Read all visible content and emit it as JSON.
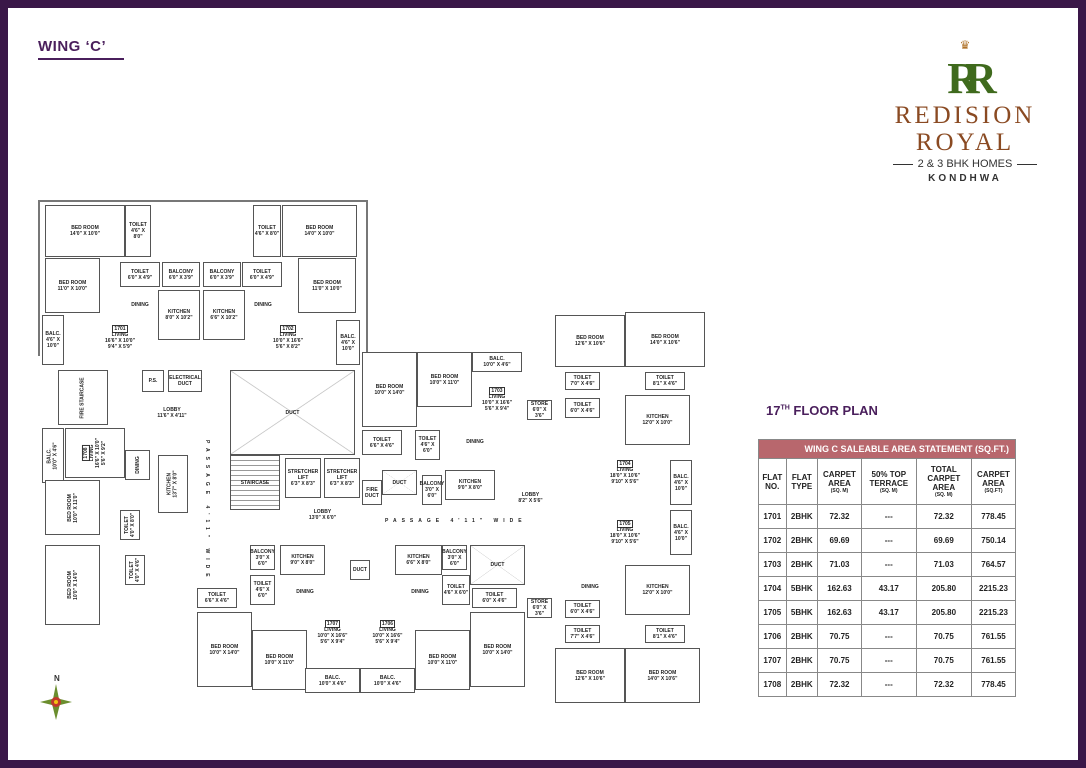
{
  "header": {
    "wing": "WING ‘C’"
  },
  "logo": {
    "monogram": "RR",
    "name_line1": "REDISION",
    "name_line2": "ROYAL",
    "tagline": "2 & 3 BHK HOMES",
    "location": "KONDHWA"
  },
  "plan": {
    "north": "N",
    "passage_vertical": "PASSAGE 4'11\" WIDE",
    "passage_horizontal": "PASSAGE 4'11\" WIDE",
    "rooms": [
      {
        "t": "BED ROOM",
        "d": [
          "14'0\" X 10'0\""
        ]
      },
      {
        "t": "TOILET",
        "d": [
          "4'6\" X 8'0\""
        ]
      },
      {
        "t": "BED ROOM",
        "d": [
          "11'0\" X 10'0\""
        ]
      },
      {
        "t": "TOILET",
        "d": [
          "6'0\" X 4'9\""
        ]
      },
      {
        "t": "BALCONY",
        "d": [
          "6'0\" X 3'9\""
        ]
      },
      {
        "t": "KITCHEN",
        "d": [
          "8'0\" X 10'2\""
        ]
      },
      {
        "t": "DINING",
        "d": []
      },
      {
        "f": "1701",
        "t": "LIVING",
        "d": [
          "16'6\" X 10'0\"",
          "9'4\" X 5'9\""
        ]
      },
      {
        "t": "BALC.",
        "d": [
          "4'6\" X 10'0\""
        ]
      },
      {
        "t": "TOILET",
        "d": [
          "4'6\" X 8'0\""
        ]
      },
      {
        "t": "BED ROOM",
        "d": [
          "14'0\" X 10'0\""
        ]
      },
      {
        "t": "TOILET",
        "d": [
          "6'0\" X 4'9\""
        ]
      },
      {
        "t": "BALCONY",
        "d": [
          "6'0\" X 3'9\""
        ]
      },
      {
        "t": "KITCHEN",
        "d": [
          "6'6\" X 10'2\""
        ]
      },
      {
        "t": "DINING",
        "d": []
      },
      {
        "t": "BED ROOM",
        "d": [
          "11'0\" X 10'0\""
        ]
      },
      {
        "f": "1702",
        "t": "LIVING",
        "d": [
          "10'0\" X 16'6\"",
          "5'6\" X 8'2\""
        ]
      },
      {
        "t": "BALC.",
        "d": [
          "4'6\" X 10'0\""
        ]
      },
      {
        "t": "FIRE STAIRCASE",
        "d": []
      },
      {
        "t": "P.S.",
        "d": []
      },
      {
        "t": "ELECTRICAL",
        "d": [
          "DUCT"
        ]
      },
      {
        "t": "LOBBY",
        "d": [
          "11'6\" X 4'11\""
        ]
      },
      {
        "t": "DUCT",
        "d": []
      },
      {
        "t": "STAIRCASE",
        "d": []
      },
      {
        "t": "STRETCHER LIFT",
        "d": [
          "6'3\" X 8'3\""
        ]
      },
      {
        "t": "STRETCHER LIFT",
        "d": [
          "6'3\" X 8'3\""
        ]
      },
      {
        "t": "LOBBY",
        "d": [
          "13'0\" X 6'0\""
        ]
      },
      {
        "t": "BALC.",
        "d": [
          "10'0\" X 4'6\""
        ]
      },
      {
        "f": "1708",
        "t": "LIVING",
        "d": [
          "16'6\" X 10'0\"",
          "5'6\" X 9'2\""
        ]
      },
      {
        "t": "DINING",
        "d": []
      },
      {
        "t": "KITCHEN",
        "d": [
          "13'7\" X 8'0\""
        ]
      },
      {
        "t": "BED ROOM",
        "d": [
          "10'0\" X 11'0\""
        ]
      },
      {
        "t": "TOILET",
        "d": [
          "4'0\" X 8'0\""
        ]
      },
      {
        "t": "BED ROOM",
        "d": [
          "10'0\" X 14'0\""
        ]
      },
      {
        "t": "TOILET",
        "d": [
          "4'0\" X 4'6\""
        ]
      },
      {
        "t": "BED ROOM",
        "d": [
          "10'0\" X 14'0\""
        ]
      },
      {
        "t": "BED ROOM",
        "d": [
          "10'0\" X 11'0\""
        ]
      },
      {
        "t": "BALC.",
        "d": [
          "10'0\" X 4'6\""
        ]
      },
      {
        "f": "1703",
        "t": "LIVING",
        "d": [
          "10'0\" X 16'6\"",
          "5'6\" X 9'4\""
        ]
      },
      {
        "t": "DINING",
        "d": []
      },
      {
        "t": "TOILET",
        "d": [
          "6'6\" X 4'6\""
        ]
      },
      {
        "t": "TOILET",
        "d": [
          "4'6\" X 6'0\""
        ]
      },
      {
        "t": "BALCONY",
        "d": [
          "3'0\" X",
          "6'0\""
        ]
      },
      {
        "t": "KITCHEN",
        "d": [
          "9'0\" X 8'0\""
        ]
      },
      {
        "t": "FIRE",
        "d": [
          "DUCT"
        ]
      },
      {
        "t": "DUCT",
        "d": []
      },
      {
        "t": "STORE",
        "d": [
          "6'0\" X 3'6\""
        ]
      },
      {
        "t": "LOBBY",
        "d": [
          "8'2\" X 5'6\""
        ]
      },
      {
        "t": "BED ROOM",
        "d": [
          "12'6\" X 10'6\""
        ]
      },
      {
        "t": "BED ROOM",
        "d": [
          "14'0\" X 10'6\""
        ]
      },
      {
        "t": "TOILET",
        "d": [
          "7'0\" X 4'6\""
        ]
      },
      {
        "t": "TOILET",
        "d": [
          "6'0\" X 4'6\""
        ]
      },
      {
        "t": "TOILET",
        "d": [
          "8'1\" X 4'6\""
        ]
      },
      {
        "t": "KITCHEN",
        "d": [
          "12'0\" X 10'0\""
        ]
      },
      {
        "f": "1704",
        "t": "LIVING",
        "d": [
          "18'0\" X 10'6\"",
          "9'10\" X 5'6\""
        ]
      },
      {
        "t": "BALC.",
        "d": [
          "4'6\" X",
          "10'0\""
        ]
      },
      {
        "f": "1705",
        "t": "LIVING",
        "d": [
          "18'0\" X 10'6\"",
          "9'10\" X 5'6\""
        ]
      },
      {
        "t": "BALC.",
        "d": [
          "4'6\" X",
          "10'0\""
        ]
      },
      {
        "t": "DINING",
        "d": []
      },
      {
        "t": "KITCHEN",
        "d": [
          "12'0\" X 10'0\""
        ]
      },
      {
        "t": "STORE",
        "d": [
          "6'0\" X 3'6\""
        ]
      },
      {
        "t": "TOILET",
        "d": [
          "6'0\" X 4'6\""
        ]
      },
      {
        "t": "TOILET",
        "d": [
          "7'7\" X 4'6\""
        ]
      },
      {
        "t": "TOILET",
        "d": [
          "8'1\" X 4'6\""
        ]
      },
      {
        "t": "BED ROOM",
        "d": [
          "12'6\" X 10'6\""
        ]
      },
      {
        "t": "BED ROOM",
        "d": [
          "14'0\" X 10'6\""
        ]
      },
      {
        "t": "BALCONY",
        "d": [
          "3'0\" X",
          "6'0\""
        ]
      },
      {
        "t": "KITCHEN",
        "d": [
          "9'0\" X 8'0\""
        ]
      },
      {
        "t": "DINING",
        "d": []
      },
      {
        "t": "TOILET",
        "d": [
          "6'6\" X 4'6\""
        ]
      },
      {
        "t": "TOILET",
        "d": [
          "4'6\" X 6'0\""
        ]
      },
      {
        "t": "BED ROOM",
        "d": [
          "10'0\" X 14'0\""
        ]
      },
      {
        "t": "BED ROOM",
        "d": [
          "10'0\" X 11'0\""
        ]
      },
      {
        "f": "1707",
        "t": "LIVING",
        "d": [
          "10'0\" X 16'6\"",
          "5'6\" X 9'4\""
        ]
      },
      {
        "t": "BALC.",
        "d": [
          "10'0\" X 4'6\""
        ]
      },
      {
        "t": "BALC.",
        "d": [
          "10'0\" X 4'6\""
        ]
      },
      {
        "f": "1706",
        "t": "LIVING",
        "d": [
          "10'0\" X 16'6\"",
          "5'6\" X 9'4\""
        ]
      },
      {
        "t": "KITCHEN",
        "d": [
          "6'6\" X 8'0\""
        ]
      },
      {
        "t": "BALCONY",
        "d": [
          "3'0\" X",
          "6'0\""
        ]
      },
      {
        "t": "DINING",
        "d": []
      },
      {
        "t": "TOILET",
        "d": [
          "4'6\" X 6'0\""
        ]
      },
      {
        "t": "TOILET",
        "d": [
          "6'0\" X 4'6\""
        ]
      },
      {
        "t": "BED ROOM",
        "d": [
          "10'0\" X 11'0\""
        ]
      },
      {
        "t": "BED ROOM",
        "d": [
          "10'0\" X 14'0\""
        ]
      },
      {
        "t": "DUCT",
        "d": []
      },
      {
        "t": "DUCT",
        "d": []
      }
    ]
  },
  "floor_plan": {
    "title_num": "17",
    "title_sup": "TH",
    "title_rest": " FLOOR PLAN"
  },
  "table": {
    "caption": "WING C SALEABLE AREA STATEMENT (SQ.FT.)",
    "headers": [
      {
        "label": "FLAT NO.",
        "unit": ""
      },
      {
        "label": "FLAT TYPE",
        "unit": ""
      },
      {
        "label": "CARPET AREA",
        "unit": "(SQ. M)"
      },
      {
        "label": "50% TOP TERRACE",
        "unit": "(SQ. M)"
      },
      {
        "label": "TOTAL CARPET AREA",
        "unit": "(SQ. M)"
      },
      {
        "label": "CARPET AREA",
        "unit": "(SQ.FT)"
      }
    ],
    "rows": [
      [
        "1701",
        "2BHK",
        "72.32",
        "---",
        "72.32",
        "778.45"
      ],
      [
        "1702",
        "2BHK",
        "69.69",
        "---",
        "69.69",
        "750.14"
      ],
      [
        "1703",
        "2BHK",
        "71.03",
        "---",
        "71.03",
        "764.57"
      ],
      [
        "1704",
        "5BHK",
        "162.63",
        "43.17",
        "205.80",
        "2215.23"
      ],
      [
        "1705",
        "5BHK",
        "162.63",
        "43.17",
        "205.80",
        "2215.23"
      ],
      [
        "1706",
        "2BHK",
        "70.75",
        "---",
        "70.75",
        "761.55"
      ],
      [
        "1707",
        "2BHK",
        "70.75",
        "---",
        "70.75",
        "761.55"
      ],
      [
        "1708",
        "2BHK",
        "72.32",
        "---",
        "72.32",
        "778.45"
      ]
    ]
  },
  "colors": {
    "frame": "#3a1748",
    "accent": "#4a1f5c",
    "table_band": "#b8676d",
    "logo_green": "#3f6a1d",
    "logo_brown": "#8a4a22"
  }
}
